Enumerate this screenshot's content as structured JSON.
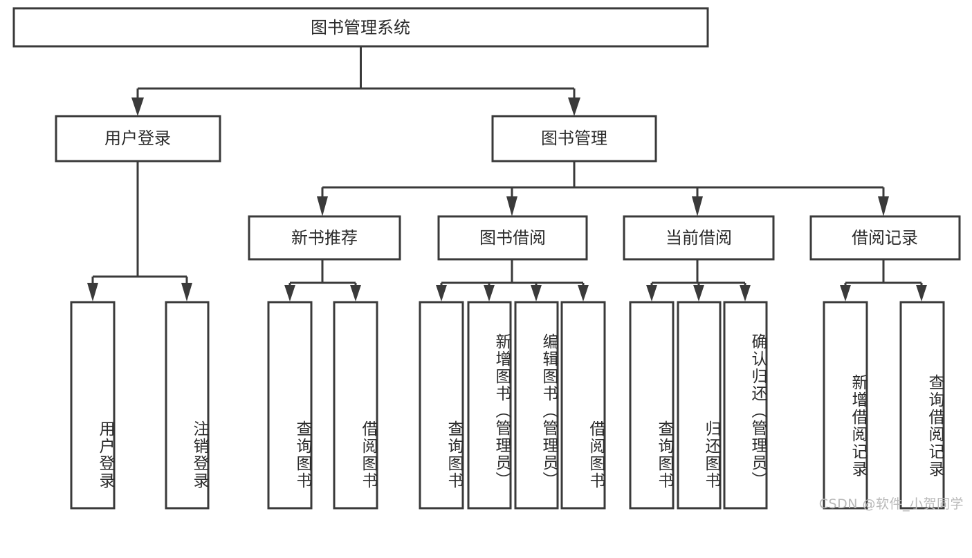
{
  "diagram": {
    "title_node": {
      "label": "图书管理系统"
    },
    "level2": [
      {
        "id": "user-login",
        "label": "用户登录"
      },
      {
        "id": "book-management",
        "label": "图书管理"
      }
    ],
    "level3": [
      {
        "id": "new-book-recommend",
        "label": "新书推荐"
      },
      {
        "id": "book-borrow",
        "label": "图书借阅"
      },
      {
        "id": "current-borrow",
        "label": "当前借阅"
      },
      {
        "id": "borrow-record",
        "label": "借阅记录"
      }
    ],
    "leaves": {
      "user_login": [
        {
          "id": "leaf-user-login",
          "label": "用户登录"
        },
        {
          "id": "leaf-logout-login",
          "label": "注销登录"
        }
      ],
      "new_book_recommend": [
        {
          "id": "leaf-query-book-1",
          "label": "查询图书"
        },
        {
          "id": "leaf-borrow-book-1",
          "label": "借阅图书"
        }
      ],
      "book_borrow": [
        {
          "id": "leaf-query-book-2",
          "label": "查询图书"
        },
        {
          "id": "leaf-add-book",
          "label": "新增图书（管理员）"
        },
        {
          "id": "leaf-edit-book",
          "label": "编辑图书（管理员）"
        },
        {
          "id": "leaf-borrow-book-2",
          "label": "借阅图书"
        }
      ],
      "current_borrow": [
        {
          "id": "leaf-query-book-3",
          "label": "查询图书"
        },
        {
          "id": "leaf-return-book",
          "label": "归还图书"
        },
        {
          "id": "leaf-confirm-return",
          "label": "确认归还（管理员）"
        }
      ],
      "borrow_record": [
        {
          "id": "leaf-add-record",
          "label": "新增借阅记录"
        },
        {
          "id": "leaf-query-record",
          "label": "查询借阅记录"
        }
      ]
    },
    "watermark": "CSDN @软件_小贺同学",
    "colors": {
      "stroke": "#3a3a3a",
      "fill": "#ffffff",
      "text": "#2b2b2b",
      "watermark": "#b9b9b9"
    }
  }
}
